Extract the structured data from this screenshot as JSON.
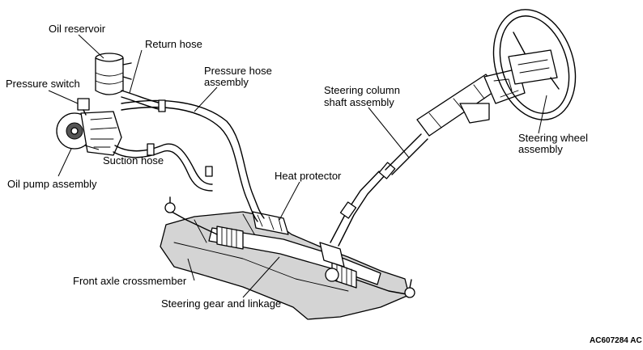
{
  "labels": {
    "oil_reservoir": "Oil reservoir",
    "return_hose": "Return hose",
    "pressure_hose_line1": "Pressure hose",
    "pressure_hose_line2": "assembly",
    "pressure_switch": "Pressure switch",
    "steering_column_line1": "Steering column",
    "steering_column_line2": "shaft assembly",
    "suction_hose": "Suction hose",
    "steering_wheel_line1": "Steering wheel",
    "steering_wheel_line2": "assembly",
    "oil_pump": "Oil pump assembly",
    "heat_protector": "Heat protector",
    "front_axle": "Front axle crossmember",
    "steering_gear": "Steering gear and linkage"
  },
  "figure_code": "AC607284 AC"
}
